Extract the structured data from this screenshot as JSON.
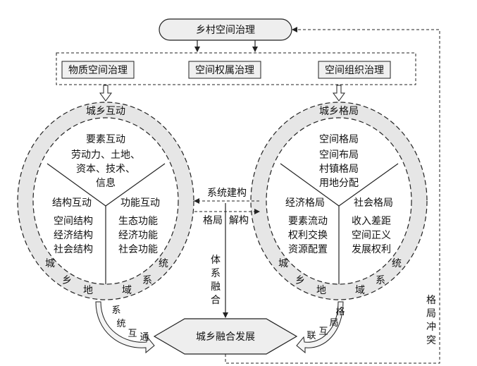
{
  "top": {
    "title": "乡村空间治理"
  },
  "governance": [
    "物质空间治理",
    "空间权属治理",
    "空间组织治理"
  ],
  "left_ring": {
    "title": "城乡互动",
    "top_sector": {
      "title": "要素互动",
      "lines": [
        "劳动力、土地、",
        "资本、技术、",
        "信息"
      ]
    },
    "left_sector": {
      "title": "结构互动",
      "lines": [
        "空间结构",
        "经济结构",
        "社会结构"
      ]
    },
    "right_sector": {
      "title": "功能互动",
      "lines": [
        "生态功能",
        "经济功能",
        "社会功能"
      ]
    },
    "rim_chars": [
      "城",
      "乡",
      "地",
      "域",
      "系",
      "统"
    ]
  },
  "right_ring": {
    "title": "城乡格局",
    "top_sector": {
      "title": "空间格局",
      "lines": [
        "空间布局",
        "村镇格局",
        "用地分配"
      ]
    },
    "left_sector": {
      "title": "经济格局",
      "lines": [
        "要素流动",
        "权利交换",
        "资源配置"
      ]
    },
    "right_sector": {
      "title": "社会格局",
      "lines": [
        "收入差距",
        "空间正义",
        "发展权利"
      ]
    },
    "rim_chars": [
      "城",
      "乡",
      "地",
      "域",
      "系",
      "统"
    ]
  },
  "middle": {
    "arrow_top": "系统建构",
    "arrow_bottom_a": "格局",
    "arrow_bottom_b": "解构",
    "vertical_chars": [
      "体",
      "系",
      "融",
      "合"
    ]
  },
  "bottom": {
    "title": "城乡融合发展"
  },
  "left_curve_chars": [
    "系",
    "统",
    "互",
    "通"
  ],
  "right_curve_chars": [
    "格",
    "局",
    "互",
    "联"
  ],
  "feedback_chars": [
    "格",
    "局",
    "冲",
    "突"
  ],
  "colors": {
    "ring_fill": "#e6e6e6",
    "shape_fill": "#eeeeee",
    "line": "#222222"
  }
}
